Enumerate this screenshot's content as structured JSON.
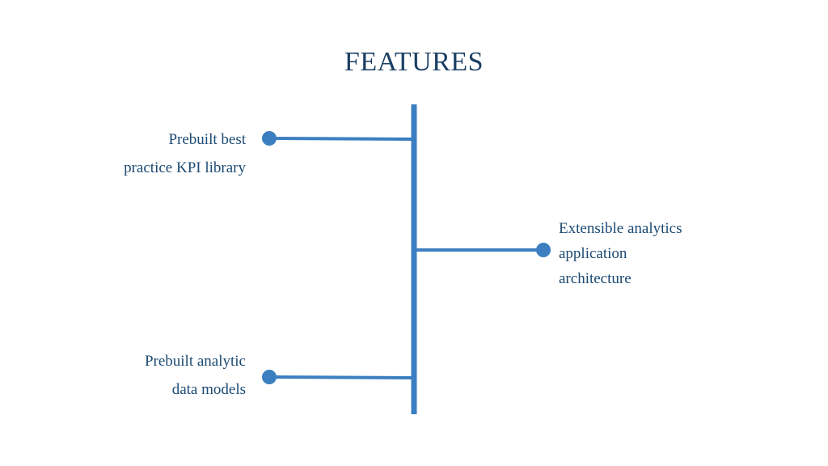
{
  "title": "FEATURES",
  "colors": {
    "title": "#1a3f63",
    "text": "#1c4a73",
    "connector": "#3c7fc1"
  },
  "features": [
    {
      "lines": [
        "Prebuilt best",
        "practice KPI library"
      ],
      "side": "left"
    },
    {
      "lines": [
        "Extensible analytics",
        "application",
        "architecture"
      ],
      "side": "right"
    },
    {
      "lines": [
        "Prebuilt analytic",
        "data models"
      ],
      "side": "left"
    }
  ]
}
